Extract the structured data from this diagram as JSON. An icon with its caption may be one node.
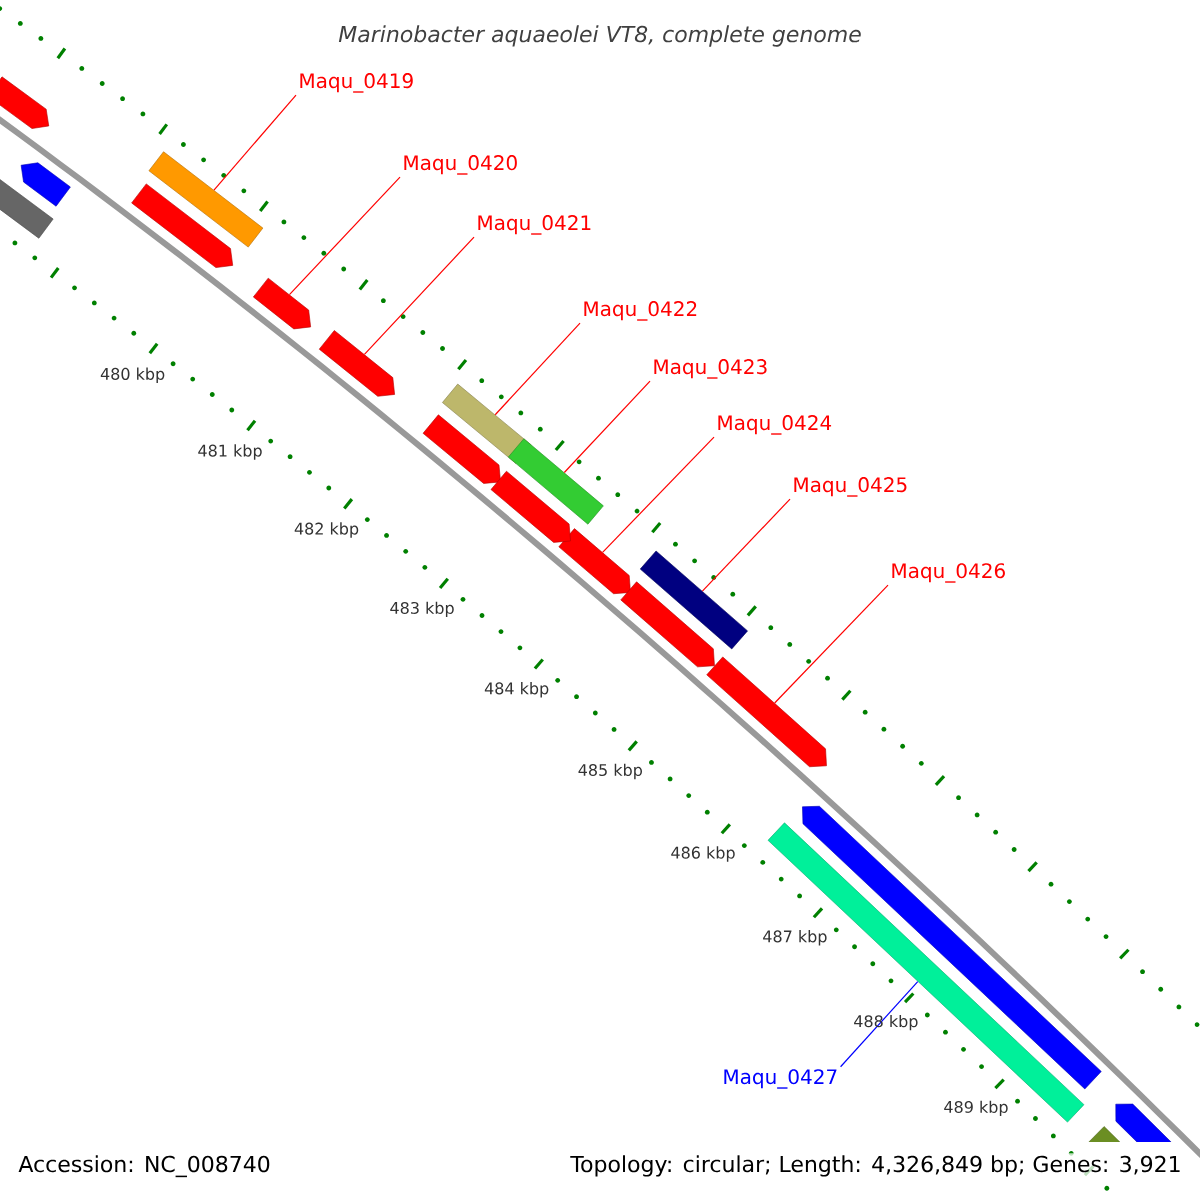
{
  "diagram": {
    "title": "Marinobacter aquaeolei VT8, complete genome",
    "nodes": [
      {
        "text": [
          "Maqu_0419"
        ]
      },
      {
        "text": [
          "Maqu_0420"
        ]
      },
      {
        "text": [
          "Maqu_0421"
        ]
      },
      {
        "text": [
          "Maqu_0422"
        ]
      },
      {
        "text": [
          "Maqu_0423"
        ]
      },
      {
        "text": [
          "Maqu_0424"
        ]
      },
      {
        "text": [
          "Maqu_0425"
        ]
      },
      {
        "text": [
          "Maqu_0426"
        ]
      },
      {
        "text": [
          "Maqu_0427"
        ]
      },
      {
        "text": [],
        "shape": "bar"
      },
      {
        "text": [],
        "shape": "arrow"
      },
      {
        "text": [],
        "shape": "arrow"
      },
      {
        "text": [],
        "shape": "bar"
      },
      {
        "text": [],
        "shape": "bar"
      },
      {
        "text": [],
        "shape": "arrow"
      },
      {
        "text": [],
        "shape": "bar"
      },
      {
        "text": [],
        "shape": "arrow"
      },
      {
        "text": [],
        "shape": "bar"
      },
      {
        "text": [],
        "shape": "arrow"
      },
      {
        "text": [],
        "shape": "arrow"
      },
      {
        "text": [],
        "shape": "bar"
      },
      {
        "text": [],
        "shape": "arrow"
      },
      {
        "text": [],
        "shape": "arrow"
      },
      {
        "text": [],
        "shape": "arrow"
      },
      {
        "text": [],
        "shape": "arrow"
      },
      {
        "text": [],
        "shape": "arrow"
      },
      {
        "text": [],
        "shape": "arrow"
      },
      {
        "text": [],
        "shape": "bar"
      }
    ],
    "edges": [
      {
        "from": 0,
        "to": 9,
        "arrow": "none"
      },
      {
        "from": 1,
        "to": 10,
        "arrow": "none"
      },
      {
        "from": 2,
        "to": 11,
        "arrow": "none"
      },
      {
        "from": 3,
        "to": 12,
        "arrow": "none"
      },
      {
        "from": 4,
        "to": 13,
        "arrow": "none"
      },
      {
        "from": 5,
        "to": 14,
        "arrow": "none"
      },
      {
        "from": 6,
        "to": 15,
        "arrow": "none"
      },
      {
        "from": 7,
        "to": 16,
        "arrow": "none"
      },
      {
        "from": 8,
        "to": 17,
        "arrow": "none",
        "color": "#0000ff"
      }
    ],
    "labels": [
      "480 kbp",
      "481 kbp",
      "482 kbp",
      "483 kbp",
      "484 kbp",
      "485 kbp",
      "486 kbp",
      "487 kbp",
      "488 kbp",
      "489 kbp",
      "Accession: NC_008740",
      "Topology: circular; Length: 4,326,849 bp; Genes: 3,921"
    ]
  }
}
